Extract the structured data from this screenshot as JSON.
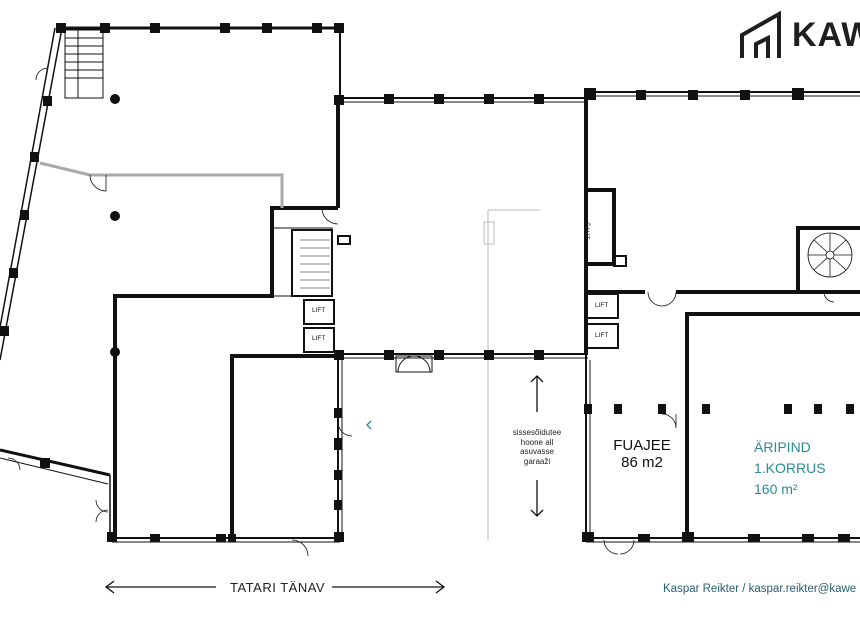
{
  "brand": {
    "name": "KAW"
  },
  "rooms": {
    "fuajee": {
      "name": "FUAJEE",
      "area": "86 m2"
    },
    "aripind": {
      "name": "ÄRIPIND",
      "floor": "1.KORRUS",
      "area": "160 m²"
    },
    "saht": "ŠAHT",
    "lifts": [
      "LIFT",
      "LIFT",
      "LIFT",
      "LIFT"
    ]
  },
  "driveway": {
    "lines": [
      "sissesõidutee",
      "hoone all",
      "asuvasse",
      "garaaži"
    ]
  },
  "street": {
    "name": "TATARI TÄNAV"
  },
  "contact": {
    "text": "Kaspar Reikter / kaspar.reikter@kawe"
  },
  "colors": {
    "walls": "#111111",
    "accent": "#2b8b95",
    "contact": "#2a5f6e",
    "partition": "#aaaaaa"
  }
}
